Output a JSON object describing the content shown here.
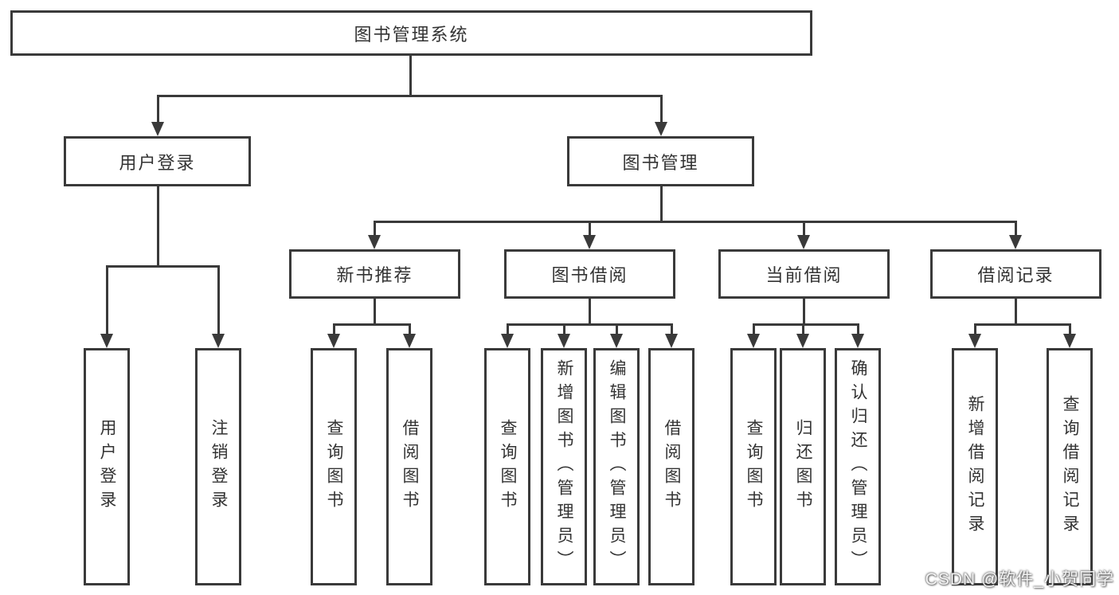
{
  "diagram": {
    "title": "图书管理系统",
    "root": {
      "label": "图书管理系统"
    },
    "level2": [
      {
        "label": "用户登录"
      },
      {
        "label": "图书管理"
      }
    ],
    "level3": [
      {
        "label": "新书推荐"
      },
      {
        "label": "图书借阅"
      },
      {
        "label": "当前借阅"
      },
      {
        "label": "借阅记录"
      }
    ],
    "leaves": [
      {
        "label": "用户登录"
      },
      {
        "label": "注销登录"
      },
      {
        "label": "查询图书"
      },
      {
        "label": "借阅图书"
      },
      {
        "label": "查询图书"
      },
      {
        "label": "新增图书（管理员）"
      },
      {
        "label": "编辑图书（管理员）"
      },
      {
        "label": "借阅图书"
      },
      {
        "label": "查询图书"
      },
      {
        "label": "归还图书"
      },
      {
        "label": "确认归还（管理员）"
      },
      {
        "label": "新增借阅记录"
      },
      {
        "label": "查询借阅记录"
      }
    ]
  },
  "watermark": {
    "text": "CSDN @软件_小贺同学"
  },
  "colors": {
    "line": "#3a3a3a",
    "background": "#ffffff",
    "text": "#333333"
  }
}
